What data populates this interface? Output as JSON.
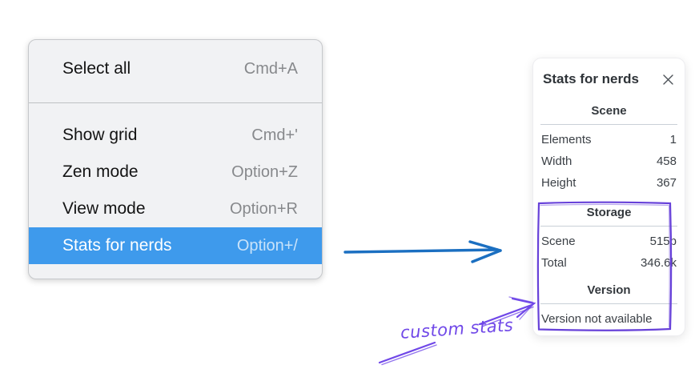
{
  "context_menu": {
    "sections": [
      {
        "items": [
          {
            "label": "Select all",
            "shortcut": "Cmd+A",
            "highlighted": false
          }
        ]
      },
      {
        "items": [
          {
            "label": "Show grid",
            "shortcut": "Cmd+'",
            "highlighted": false
          },
          {
            "label": "Zen mode",
            "shortcut": "Option+Z",
            "highlighted": false
          },
          {
            "label": "View mode",
            "shortcut": "Option+R",
            "highlighted": false
          },
          {
            "label": "Stats for nerds",
            "shortcut": "Option+/",
            "highlighted": true
          }
        ]
      }
    ]
  },
  "stats_panel": {
    "title": "Stats for nerds",
    "scene": {
      "heading": "Scene",
      "rows": [
        {
          "label": "Elements",
          "value": "1"
        },
        {
          "label": "Width",
          "value": "458"
        },
        {
          "label": "Height",
          "value": "367"
        }
      ]
    },
    "storage": {
      "heading": "Storage",
      "rows": [
        {
          "label": "Scene",
          "value": "515b"
        },
        {
          "label": "Total",
          "value": "346.6k"
        }
      ]
    },
    "version": {
      "heading": "Version",
      "note": "Version not available"
    }
  },
  "annotation": {
    "label": "custom stats"
  },
  "icons": {
    "close_icon": "✕"
  },
  "colors": {
    "menu_highlight": "#3e9aec",
    "blue_arrow": "#1b6fc1",
    "annotation_purple": "#7048e8",
    "box_purple": "#6741d9",
    "menu_background": "#f1f2f4",
    "panel_background": "#ffffff"
  }
}
